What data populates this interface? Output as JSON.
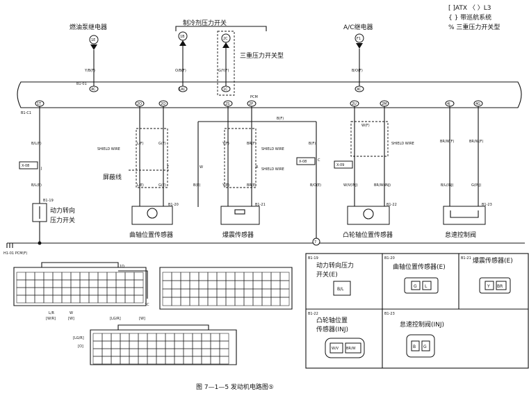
{
  "legend": {
    "line1": "[ ]ATX 〈 〉L3",
    "line2": "{ } 带巡航系统",
    "line3": "% 三重压力开关型"
  },
  "top_labels": {
    "fuel_pump_relay": "燃油泵继电器",
    "refrigerant_switch": "制冷剂压力开关",
    "triple_switch_type": "三重压力开关型",
    "ac_relay": "A/C继电器"
  },
  "connectors_top": {
    "c1": "1E",
    "c2": "1B",
    "c3": "2C",
    "c4": "F1",
    "w1": "Y/B(F)",
    "w2": "O/B(F)",
    "w3": "G/Y(F)",
    "w4": "B/O(F)",
    "p1": "4C",
    "p2": "1AC",
    "p3": "1C",
    "p4": "4C",
    "b01": "B1-01",
    "pcm": "PCM"
  },
  "harness_pins": [
    "1T",
    "2O",
    "2Q",
    "2S",
    "2P",
    "2U",
    "2M",
    "4J",
    "4G"
  ],
  "mid_labels": {
    "b1c1": "B1-C1",
    "shield1": "SHIELD WIRE",
    "shield2": "SHIELD WIRE",
    "shield3": "SHIELD WIRE",
    "shield4": "SHIELD WIRE",
    "shielded": "屏蔽线",
    "x08a": "X-08",
    "x08b": "X-08",
    "x09": "X-09",
    "br": "B(F)",
    "br2": "B(F)",
    "w_lf": "L(F)",
    "w_gf": "G(F)",
    "w_yf": "Y(F)",
    "w_brf": "BR(F)",
    "w_wf": "W(F)",
    "w_brw": "BR/W(F)",
    "w_brwf": "BR/W(F)",
    "w_bl": "B/L(F)",
    "w_blf": "B/L(F)",
    "w_ble": "B/L(E)",
    "w_boe": "B/O(E)",
    "w_le": "L(E)",
    "w_ge": "G(E)",
    "w_b": "B(E)",
    "w_y": "Y(E)",
    "w_bre": "BR(E)",
    "w_wvinj": "W/V(INJ)",
    "w_brwinj": "BR/W(INJ)",
    "w_blinj": "B/L(INJ)",
    "w_ginj": "G(INJ)",
    "j": "J",
    "c": "C",
    "t": "T",
    "r": "R",
    "w": "W"
  },
  "components": {
    "ps_switch": "动力转向\n压力开关",
    "ps_line1": "动力转向",
    "ps_line2": "压力开关",
    "crank": "曲轴位置传感器",
    "knock": "爆震传感器",
    "cam": "凸轮轴位置传感器",
    "iac": "怠速控制阀",
    "b119": "B1-19",
    "b120": "B1-20",
    "b121": "B1-21",
    "b122": "B1-22",
    "b123": "B1-23"
  },
  "ground": {
    "label": "H1-01 PCM(F)",
    "node": "7"
  },
  "pcm_pinout": {
    "lbl_1d": "1D",
    "lbl_1c": "1C",
    "lr": "L/R",
    "wr": "[W/R]",
    "w": "W",
    "wk": "[W]",
    "lgr": "[LG/R]",
    "lgr2": "[LG/R]",
    "o": "[O]",
    "w2": "[W]"
  },
  "detail_panels": {
    "p1_id": "B1-19",
    "p1_title": "动力转向压力",
    "p1_title2": "开关(E)",
    "p1_pins": "B/L",
    "p2_id": "B1-20",
    "p2_title": "曲轴位置传感器(E)",
    "p2_pin1": "G",
    "p2_pin2": "L",
    "p3_id": "B1-21",
    "p3_title": "爆震传感器(E)",
    "p3_pin1": "Y",
    "p3_pin2": "BR",
    "p4_id": "B1-22",
    "p4_title": "凸轮轴位置",
    "p4_title2": "传感器(INJ)",
    "p4_pin1": "W/V",
    "p4_pin2": "BR/W",
    "p5_id": "B1-23",
    "p5_title": "怠速控制阀(INJ)",
    "p5_pin1": "B",
    "p5_pin2": "G"
  },
  "caption": "图 7—1—5   发动机电路图⑤"
}
